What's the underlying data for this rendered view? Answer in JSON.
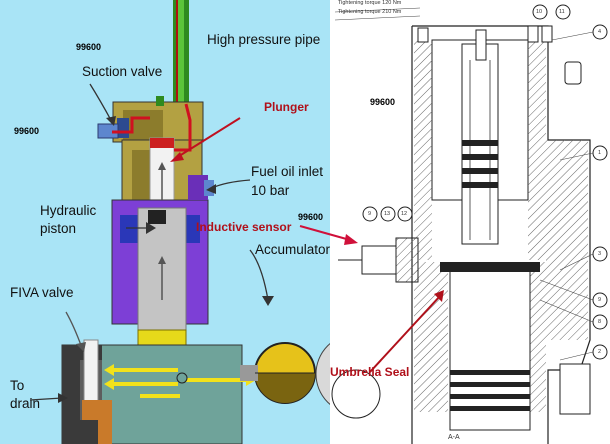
{
  "labels": {
    "high_pressure_pipe": "High pressure pipe",
    "suction_valve": "Suction valve",
    "plunger": "Plunger",
    "fuel_oil_inlet_line1": "Fuel oil inlet",
    "fuel_oil_inlet_line2": "10 bar",
    "hydraulic_piston_line1": "Hydraulic",
    "hydraulic_piston_line2": "piston",
    "inductive_sensor": "Inductive sensor",
    "accumulator": "Accumulator",
    "fiva_valve": "FIVA valve",
    "to_drain_line1": "To",
    "to_drain_line2": "drain",
    "umbrella_seal": "Umbrella Seal"
  },
  "codes": {
    "left_1": "99600",
    "left_2": "99600",
    "right_1": "99600",
    "middle": "99600"
  },
  "drawing": {
    "section_label": "A-A",
    "torque_line1": "Tightening torque 120 Nm",
    "torque_line2": "Tightening torque 210 Nm",
    "balloons": [
      "10",
      "11",
      "4",
      "1",
      "3",
      "9",
      "8",
      "2",
      "9",
      "13",
      "12"
    ]
  },
  "colors": {
    "background": "#a9e4f6",
    "label_red": "#b0101a",
    "arrow_red": "#d0103a",
    "plunger_block": "#b3a142",
    "piston_block": "#7d3fd6",
    "base_block": "#6fa39a",
    "piston_body": "#c4c4c4",
    "accumulator_yellow": "#e6c21a",
    "pipe_green": "#2f8a1f"
  }
}
